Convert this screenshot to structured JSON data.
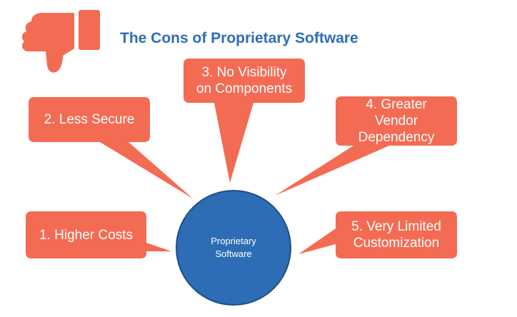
{
  "title": "The Cons of Proprietary Software",
  "colors": {
    "accent": "#f46b53",
    "center": "#2c6db5",
    "title": "#2e6db5"
  },
  "icon": "thumbs-down-icon",
  "center": {
    "line1": "Proprietary",
    "line2": "Software"
  },
  "cons": [
    {
      "line1": "1. Higher Costs"
    },
    {
      "line1": "2. Less Secure"
    },
    {
      "line1": "3. No Visibility",
      "line2": "on Components"
    },
    {
      "line1": "4. Greater",
      "line2": "Vendor",
      "line3": "Dependency"
    },
    {
      "line1": "5. Very Limited",
      "line2": "Customization"
    }
  ]
}
